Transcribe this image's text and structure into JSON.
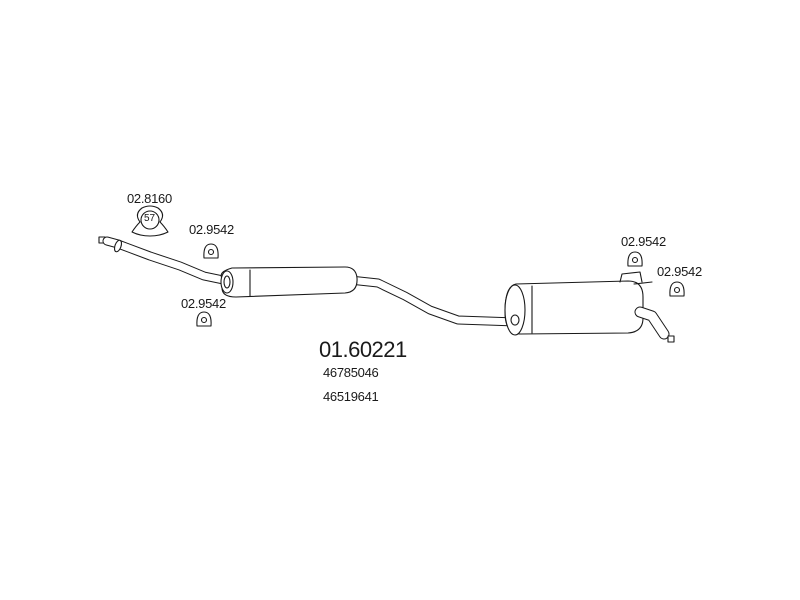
{
  "diagram": {
    "main_part_number": "01.60221",
    "oem_numbers": [
      "46785046",
      "46519641"
    ],
    "clamp": {
      "part_number": "02.8160",
      "size": "57"
    },
    "hanger_part_numbers": [
      "02.9542",
      "02.9542",
      "02.9542",
      "02.9542"
    ],
    "line_color": "#1a1a1a",
    "fill_color": "#ffffff"
  }
}
